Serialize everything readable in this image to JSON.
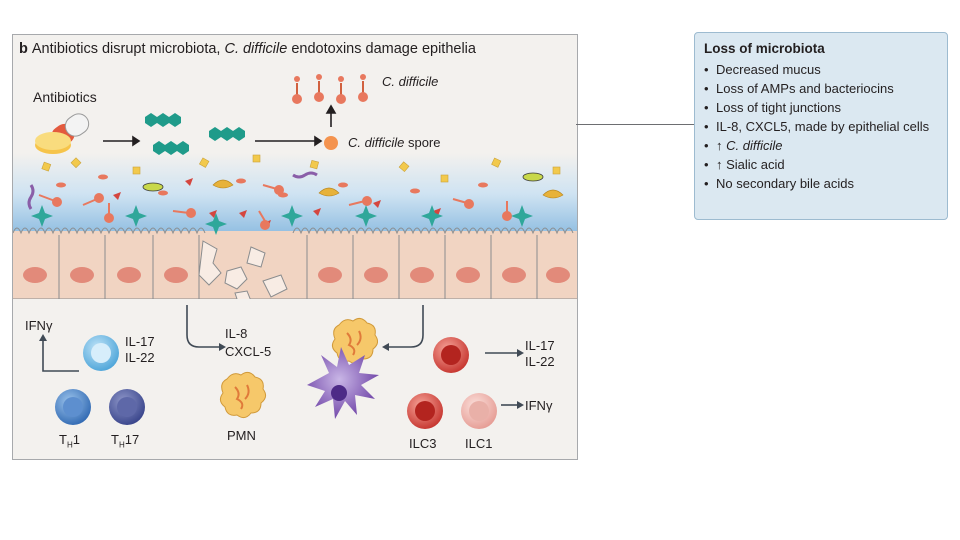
{
  "panel": {
    "letter": "b",
    "title_prefix": "Antibiotics disrupt microbiota, ",
    "title_italic": "C. difficile",
    "title_suffix": " endotoxins damage epithelia"
  },
  "labels": {
    "antibiotics": "Antibiotics",
    "c_difficile": "C. difficile",
    "c_difficile_spore_italic": "C. difficile",
    "spore": " spore",
    "il17_left": "IL-17",
    "il22_left": "IL-22",
    "ifng_left": "IFNγ",
    "il8": "IL-8",
    "cxcl5": "CXCL-5",
    "pmn": "PMN",
    "th1": "T",
    "th1_sub": "H",
    "th1_num": "1",
    "th17": "T",
    "th17_sub": "H",
    "th17_num": "17",
    "il17_right": "IL-17",
    "il22_right": "IL-22",
    "ifng_right": "IFNγ",
    "ilc3": "ILC3",
    "ilc1": "ILC1"
  },
  "info_box": {
    "title": "Loss of microbiota",
    "bullet": "•",
    "items": [
      "Decreased mucus",
      "Loss of AMPs and bacteriocins",
      "Loss of tight junctions",
      "IL-8, CXCL5, made by epithelial cells",
      "↑ C. difficile",
      "↑ Sialic acid",
      "No secondary bile acids"
    ]
  },
  "colors": {
    "epithelium": "#f1d4c2",
    "nucleus": "#e28a7a",
    "lumen_blue": "#9fc7e6",
    "c_difficile": "#e8785e",
    "bacteria_teal": "#1f9b8a",
    "info_bg": "#dbe8f1"
  }
}
